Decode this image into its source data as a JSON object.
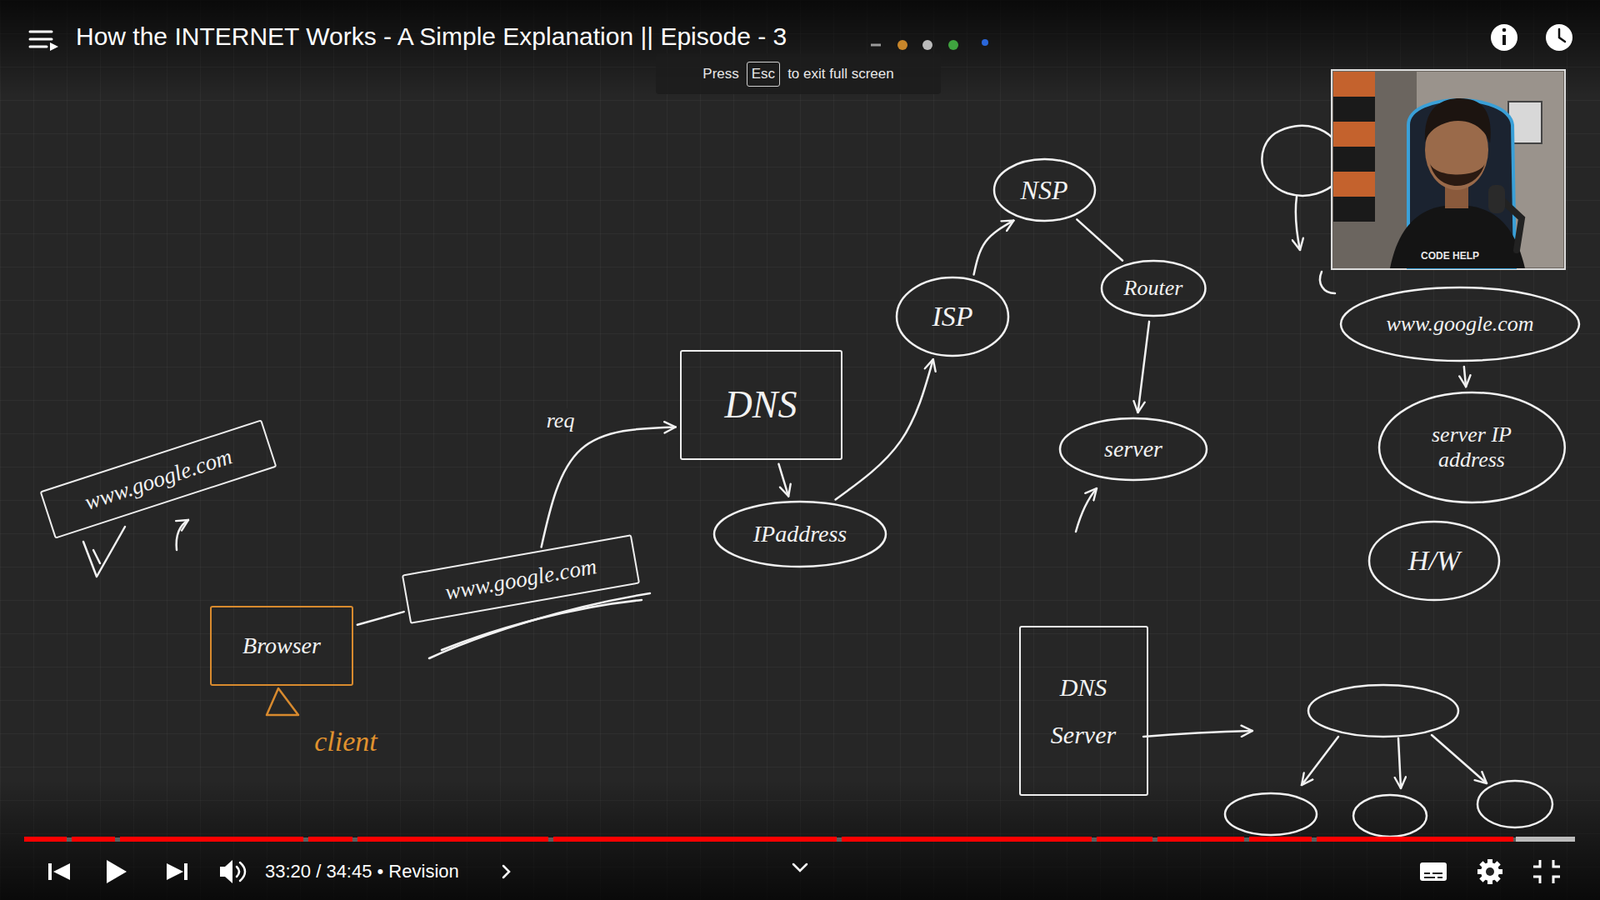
{
  "diagram": {
    "title": "How the INTERNET Works - A Simple Explanation || Episode - 3",
    "nodes": [
      {
        "text": [
          "www.google.com"
        ]
      },
      {
        "text": [
          "Browser"
        ]
      },
      {
        "text": [
          "www.google.com"
        ]
      },
      {
        "text": [
          "DNS"
        ]
      },
      {
        "text": [
          "IPaddress"
        ]
      },
      {
        "text": [
          "ISP"
        ]
      },
      {
        "text": [
          "NSP"
        ]
      },
      {
        "text": [
          "Router"
        ]
      },
      {
        "text": [
          "server"
        ]
      },
      {
        "text": [
          "www.google.com"
        ]
      },
      {
        "text": [
          "server IP address"
        ]
      },
      {
        "text": [
          "H/W"
        ]
      },
      {
        "text": [
          "DNS Server"
        ]
      }
    ],
    "edges": [
      {
        "from": 1,
        "to": 2,
        "arrow": "none"
      },
      {
        "from": 2,
        "to": 3,
        "label": "req",
        "arrow": "to"
      },
      {
        "from": 3,
        "to": 4,
        "arrow": "to"
      },
      {
        "from": 4,
        "to": 5,
        "arrow": "to"
      },
      {
        "from": 5,
        "to": 6,
        "arrow": "to"
      },
      {
        "from": 6,
        "to": 7,
        "arrow": "none"
      },
      {
        "from": 7,
        "to": 8,
        "arrow": "to"
      },
      {
        "from": 9,
        "to": 10,
        "arrow": "to"
      }
    ],
    "labels": [
      "client",
      "Press",
      "Esc",
      "to exit full screen",
      "33:20 / 34:45 • Revision",
      "CODE HELP"
    ]
  }
}
